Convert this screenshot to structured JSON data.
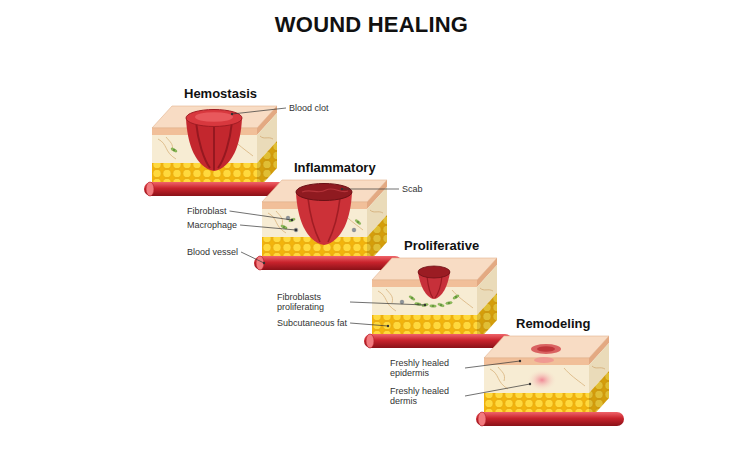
{
  "diagram": {
    "title": "WOUND HEALING",
    "nodes": [
      {
        "text": [
          "Hemostasis"
        ]
      },
      {
        "text": [
          "Inflammatory"
        ]
      },
      {
        "text": [
          "Proliferative"
        ]
      },
      {
        "text": [
          "Remodeling"
        ]
      }
    ],
    "labels": [
      "Blood clot",
      "Scab",
      "Fibroblast",
      "Macrophage",
      "Blood vessel",
      "Fibroblasts proliferating",
      "Subcutaneous fat",
      "Freshly healed epidermis",
      "Freshly healed dermis"
    ]
  }
}
